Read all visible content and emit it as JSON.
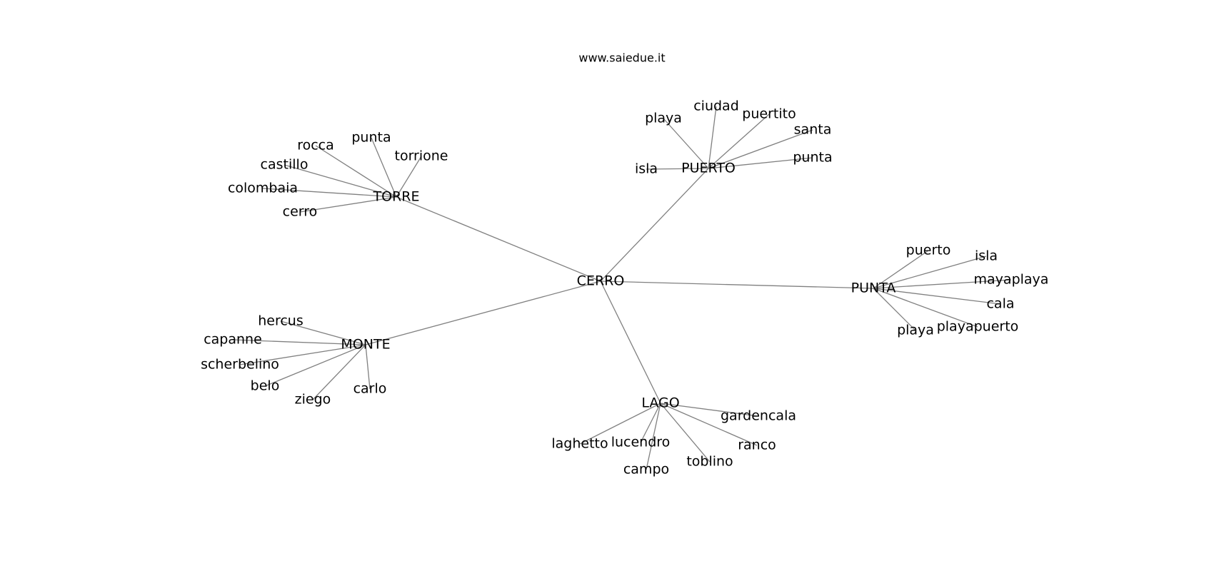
{
  "title": "www.saiedue.it",
  "edge_color": "#808080",
  "text_color": "#000000",
  "graph": {
    "center": "CERRO",
    "branches": [
      {
        "hub": "PUERTO",
        "leaves": [
          "isla",
          "playa",
          "ciudad",
          "puertito",
          "santa",
          "punta"
        ]
      },
      {
        "hub": "TORRE",
        "leaves": [
          "rocca",
          "punta",
          "torrione",
          "castillo",
          "colombaia",
          "cerro"
        ]
      },
      {
        "hub": "PUNTA",
        "leaves": [
          "puerto",
          "isla",
          "mayaplaya",
          "cala",
          "playapuerto",
          "playa"
        ]
      },
      {
        "hub": "MONTE",
        "leaves": [
          "hercus",
          "capanne",
          "scherbelino",
          "belo",
          "ziego",
          "carlo"
        ]
      },
      {
        "hub": "LAGO",
        "leaves": [
          "gardencala",
          "ranco",
          "toblino",
          "campo",
          "lucendro",
          "laghetto"
        ]
      }
    ]
  }
}
